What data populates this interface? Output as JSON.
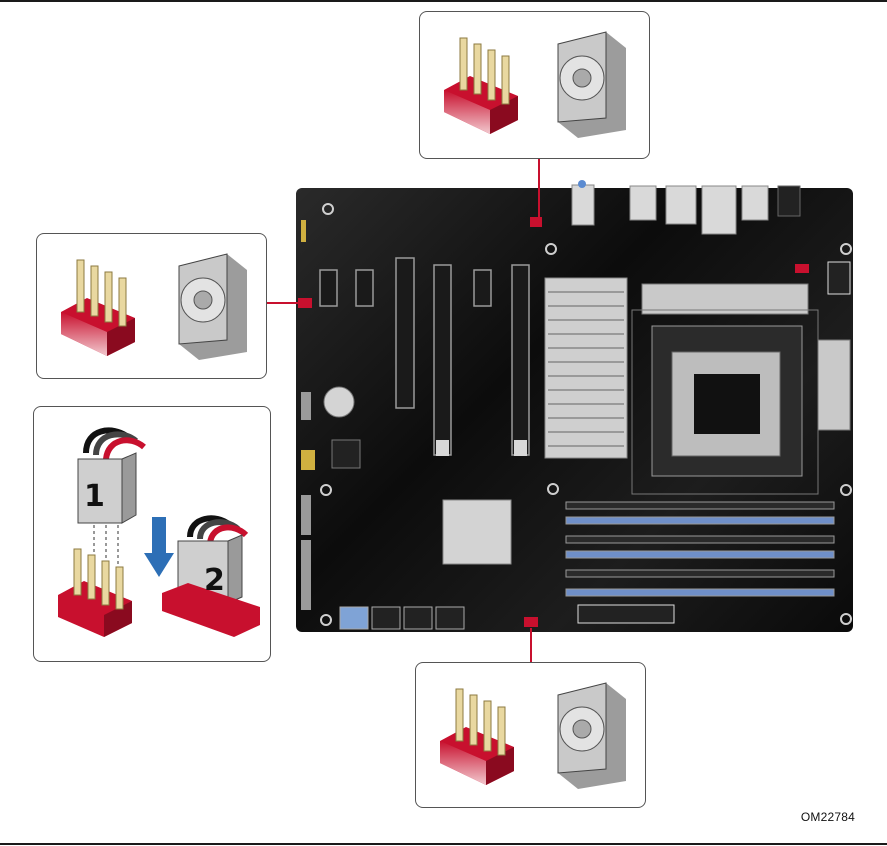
{
  "figure_id": "OM22784",
  "colors": {
    "header_red": "#c8102e",
    "fan_grey": "#b5b5b5",
    "board_black": "#111111",
    "dimm_blue": "#6f8fc8",
    "arrow_blue": "#2d6fb6"
  },
  "callouts": [
    {
      "id": "top",
      "icons": [
        "fan-header-icon",
        "fan-icon"
      ]
    },
    {
      "id": "left",
      "icons": [
        "fan-header-icon",
        "fan-icon"
      ]
    },
    {
      "id": "bottom",
      "icons": [
        "fan-header-icon",
        "fan-icon"
      ]
    }
  ],
  "connection_steps": {
    "step1_label": "1",
    "step2_label": "2",
    "icons": [
      "fan-connector-icon",
      "fan-header-icon",
      "insert-arrow-icon"
    ]
  }
}
